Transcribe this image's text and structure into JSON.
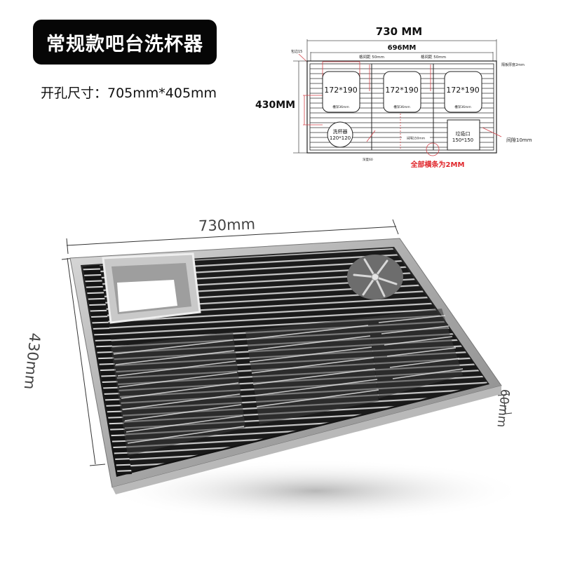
{
  "header": {
    "title": "常规款吧台洗杯器",
    "opening_size": "开孔尺寸：705mm*405mm"
  },
  "drawing": {
    "overall_width": "730 MM",
    "inner_width": "696MM",
    "overall_height": "430MM",
    "edge_label": "包边15",
    "gap_label_1": "格间距 50mm",
    "gap_label_2": "格间距 50mm",
    "partition_label": "隔板厚度2mm",
    "gap_10_label": "间隙10mm",
    "slots": [
      {
        "size": "172*190",
        "depth": "槽深36mm"
      },
      {
        "size": "172*190",
        "depth": "槽深36mm"
      },
      {
        "size": "172*190",
        "depth": "槽深36mm"
      }
    ],
    "rinser": {
      "name": "洗杯器",
      "size": "120*120"
    },
    "gap_150_label": "间隔150mm",
    "trash": {
      "name": "垃圾口",
      "size": "150*150"
    },
    "depth_label": "深度60",
    "note": "全部横条为2MM",
    "note_color": "#e0262b",
    "line_color": "#222222",
    "guide_color": "#d4434a"
  },
  "photo": {
    "width_label": "730mm",
    "height_label": "430mm",
    "depth_label": "60mm"
  }
}
